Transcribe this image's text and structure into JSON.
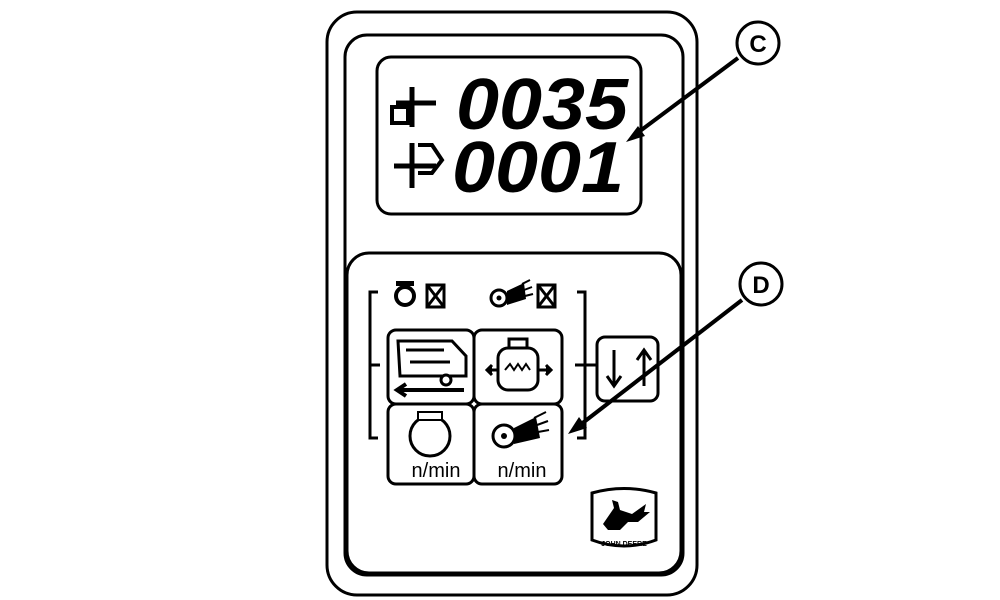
{
  "display": {
    "row1_value": "0035",
    "row2_value": "0001",
    "row1_icon": "area-counter-icon",
    "row2_icon": "bale-counter-icon"
  },
  "indicators": {
    "left_icon": "engine-fault-icon",
    "right_icon": "pickup-fault-icon"
  },
  "keypad": {
    "button_tl_icon": "baler-travel-icon",
    "button_tr_icon": "twine-tensioner-icon",
    "button_bl_icon": "engine-speed-icon",
    "button_bl_unit": "n/min",
    "button_br_icon": "pickup-speed-icon",
    "button_br_unit": "n/min",
    "scroll_button_icon": "scroll-arrows-icon"
  },
  "logo": {
    "brand": "JOHN DEERE"
  },
  "callouts": {
    "c_label": "C",
    "d_label": "D"
  }
}
